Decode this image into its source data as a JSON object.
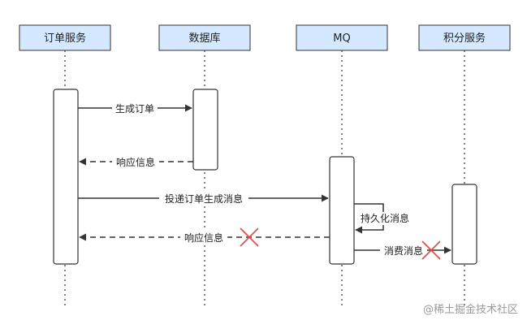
{
  "participants": [
    {
      "id": "order",
      "label": "订单服务"
    },
    {
      "id": "db",
      "label": "数据库"
    },
    {
      "id": "mq",
      "label": "MQ"
    },
    {
      "id": "points",
      "label": "积分服务"
    }
  ],
  "messages": {
    "create_order": "生成订单",
    "response_1": "响应信息",
    "deliver_create_msg": "投递订单生成消息",
    "persist_msg": "持久化消息",
    "response_2": "响应信息",
    "consume_msg": "消费消息"
  },
  "watermark": "@稀土掘金技术社区",
  "colors": {
    "participant_fill": "#d4e9ff",
    "participant_stroke": "#333333",
    "line": "#333333",
    "failure": "#e0524a"
  }
}
